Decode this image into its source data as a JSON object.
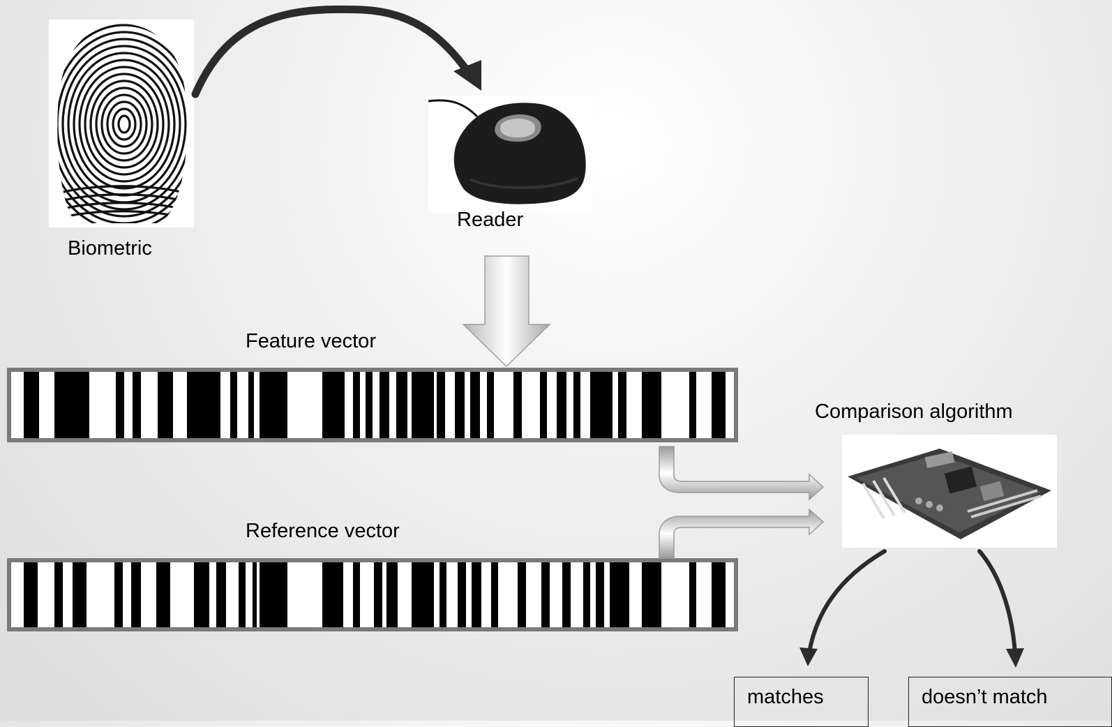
{
  "labels": {
    "biometric": "Biometric",
    "reader": "Reader",
    "feature_vector": "Feature vector",
    "reference_vector": "Reference vector",
    "comparison_algorithm": "Comparison algorithm"
  },
  "results": {
    "matches": "matches",
    "doesnt_match": "doesn’t match"
  },
  "images": {
    "fingerprint": "fingerprint-image",
    "reader": "fingerprint-reader-image",
    "algorithm": "motherboard-image"
  },
  "colors": {
    "barcode_frame": "#7a7a7a",
    "arrow_dark": "#2b2b2b",
    "arrow_light": "#c8c8c8"
  }
}
